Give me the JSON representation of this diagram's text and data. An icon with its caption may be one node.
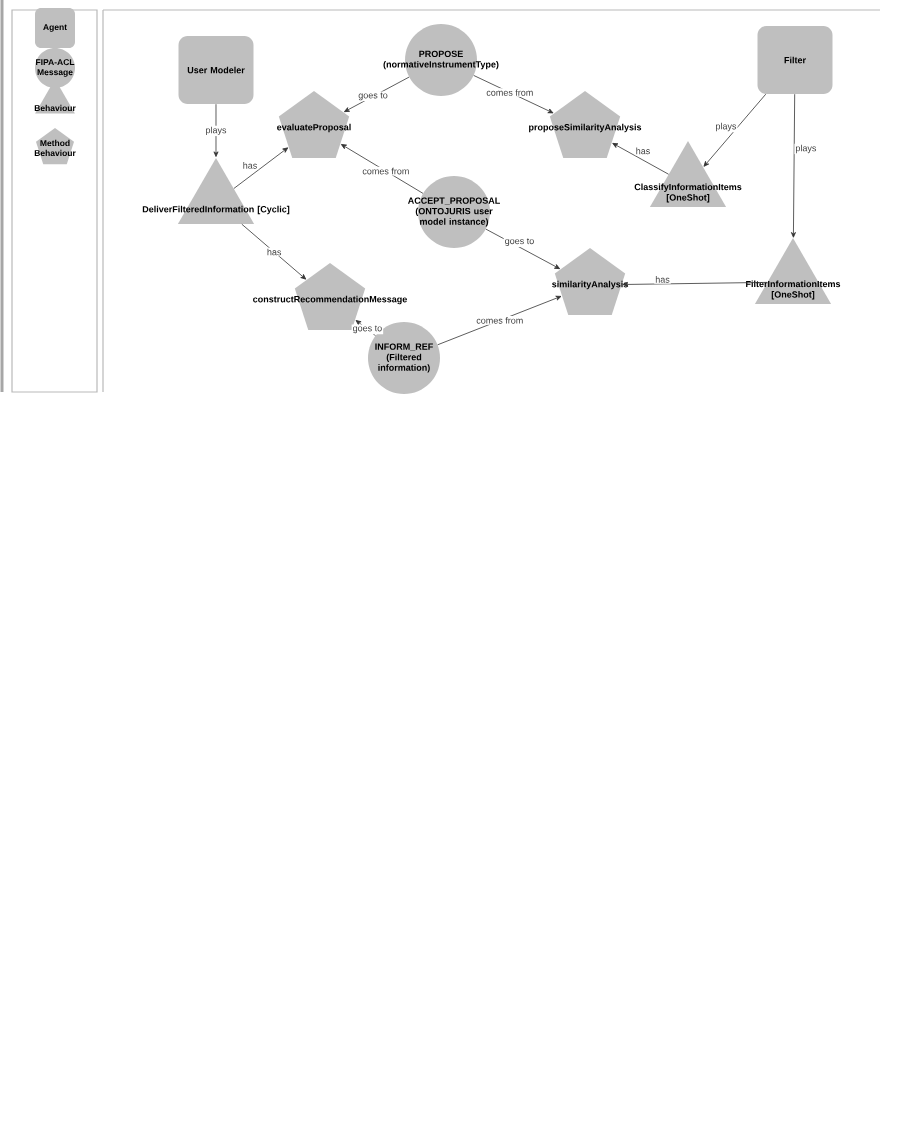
{
  "diagram": {
    "nodes": [
      {
        "text": [
          "User Modeler"
        ]
      },
      {
        "text": [
          "PROPOSE (normativeInstrumentType)"
        ]
      },
      {
        "text": [
          "Filter"
        ]
      },
      {
        "text": [
          "evaluateProposal"
        ]
      },
      {
        "text": [
          "proposeSimilarityAnalysis"
        ]
      },
      {
        "text": [
          "ClassifyInformationItems [OneShot]"
        ]
      },
      {
        "text": [
          "DeliverFilteredInformation [Cyclic]"
        ]
      },
      {
        "text": [
          "ACCEPT_PROPOSAL (ONTOJURIS user model instance)"
        ]
      },
      {
        "text": [
          "similarityAnalysis"
        ]
      },
      {
        "text": [
          "FilterInformationItems [OneShot]"
        ]
      },
      {
        "text": [
          "constructRecommendationMessage"
        ]
      },
      {
        "text": [
          "INFORM_REF (Filtered information)"
        ]
      }
    ],
    "edges": [
      {
        "from": 0,
        "to": 6,
        "arrow": "to",
        "label": "plays"
      },
      {
        "from": 1,
        "to": 3,
        "arrow": "to",
        "label": "goes to"
      },
      {
        "from": 1,
        "to": 4,
        "arrow": "to",
        "label": "comes from"
      },
      {
        "from": 2,
        "to": 5,
        "arrow": "to",
        "label": "plays"
      },
      {
        "from": 2,
        "to": 9,
        "arrow": "to",
        "label": "plays"
      },
      {
        "from": 6,
        "to": 3,
        "arrow": "to",
        "label": "has"
      },
      {
        "from": 7,
        "to": 3,
        "arrow": "to",
        "label": "comes from"
      },
      {
        "from": 5,
        "to": 4,
        "arrow": "to",
        "label": "has"
      },
      {
        "from": 7,
        "to": 8,
        "arrow": "to",
        "label": "goes to"
      },
      {
        "from": 9,
        "to": 8,
        "arrow": "to",
        "label": "has"
      },
      {
        "from": 6,
        "to": 10,
        "arrow": "to",
        "label": "has"
      },
      {
        "from": 11,
        "to": 10,
        "arrow": "to",
        "label": "goes to"
      },
      {
        "from": 11,
        "to": 8,
        "arrow": "to",
        "label": "comes from"
      }
    ],
    "legend": [
      {
        "text": "Agent"
      },
      {
        "text": "FIPA-ACL Message"
      },
      {
        "text": "Behaviour"
      },
      {
        "text": "Method Behaviour"
      }
    ]
  }
}
